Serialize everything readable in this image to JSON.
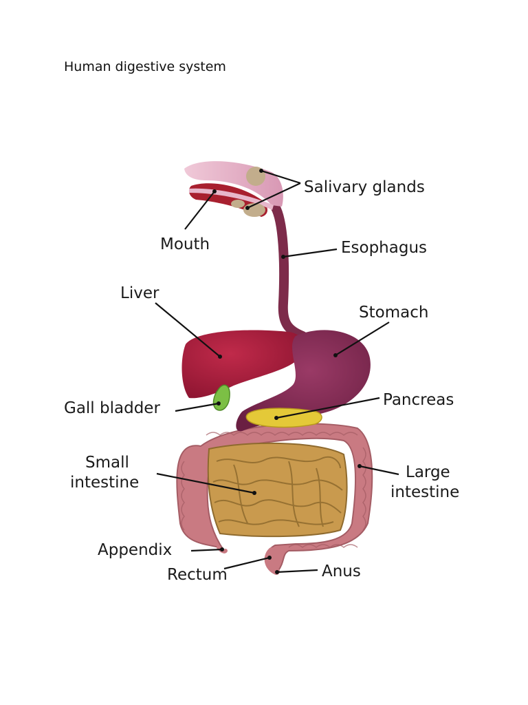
{
  "document": {
    "title": "Human digestive system"
  },
  "diagram": {
    "labels": {
      "salivary_glands": "Salivary glands",
      "mouth": "Mouth",
      "esophagus": "Esophagus",
      "liver": "Liver",
      "stomach": "Stomach",
      "gall_bladder": "Gall bladder",
      "pancreas": "Pancreas",
      "small_intestine_line1": "Small",
      "small_intestine_line2": "intestine",
      "large_intestine_line1": "Large",
      "large_intestine_line2": "intestine",
      "appendix": "Appendix",
      "rectum": "Rectum",
      "anus": "Anus"
    },
    "colors": {
      "mouth_pink": "#e7b7cb",
      "tongue": "#a8202f",
      "salivary": "#c2ad8c",
      "esophagus": "#7d2b4a",
      "stomach": "#7e2650",
      "liver": "#a51b3b",
      "gall_bladder": "#7cbf45",
      "pancreas": "#e4c938",
      "large_intestine": "#c97a82",
      "small_intestine": "#c99a4e"
    }
  }
}
